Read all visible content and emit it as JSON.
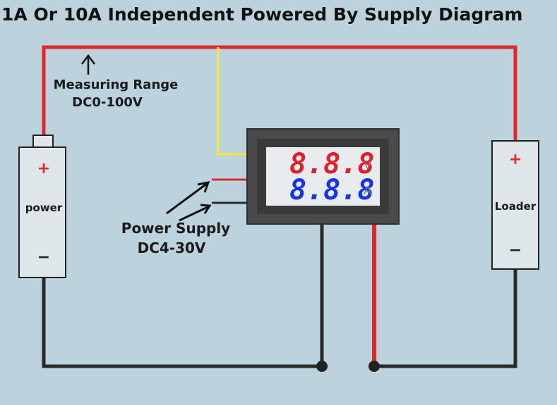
{
  "title": "1A Or 10A Independent Powered By Supply Diagram",
  "measuring_range": {
    "line1": "Measuring Range",
    "line2": "DC0-100V"
  },
  "power_supply": {
    "line1": "Power Supply",
    "line2": "DC4-30V"
  },
  "battery": {
    "label": "power",
    "plus": "+",
    "minus": "−"
  },
  "loader": {
    "label": "Loader",
    "plus": "+",
    "minus": "−"
  },
  "meter": {
    "voltage_reading": "8.8.8",
    "current_reading": "8.8.8",
    "voltage_unit": "V",
    "current_unit": "A"
  },
  "colors": {
    "background": "#bcd3de",
    "red_wire": "#e0282b",
    "black_wire": "#2a2a2a",
    "yellow_wire": "#f2e34a",
    "component_fill": "#dfe6ea",
    "meter_bezel": "#4a4a4a",
    "display_bg": "#e9ecef",
    "voltage_digits": "#e11f2a",
    "current_digits": "#1436e6"
  }
}
